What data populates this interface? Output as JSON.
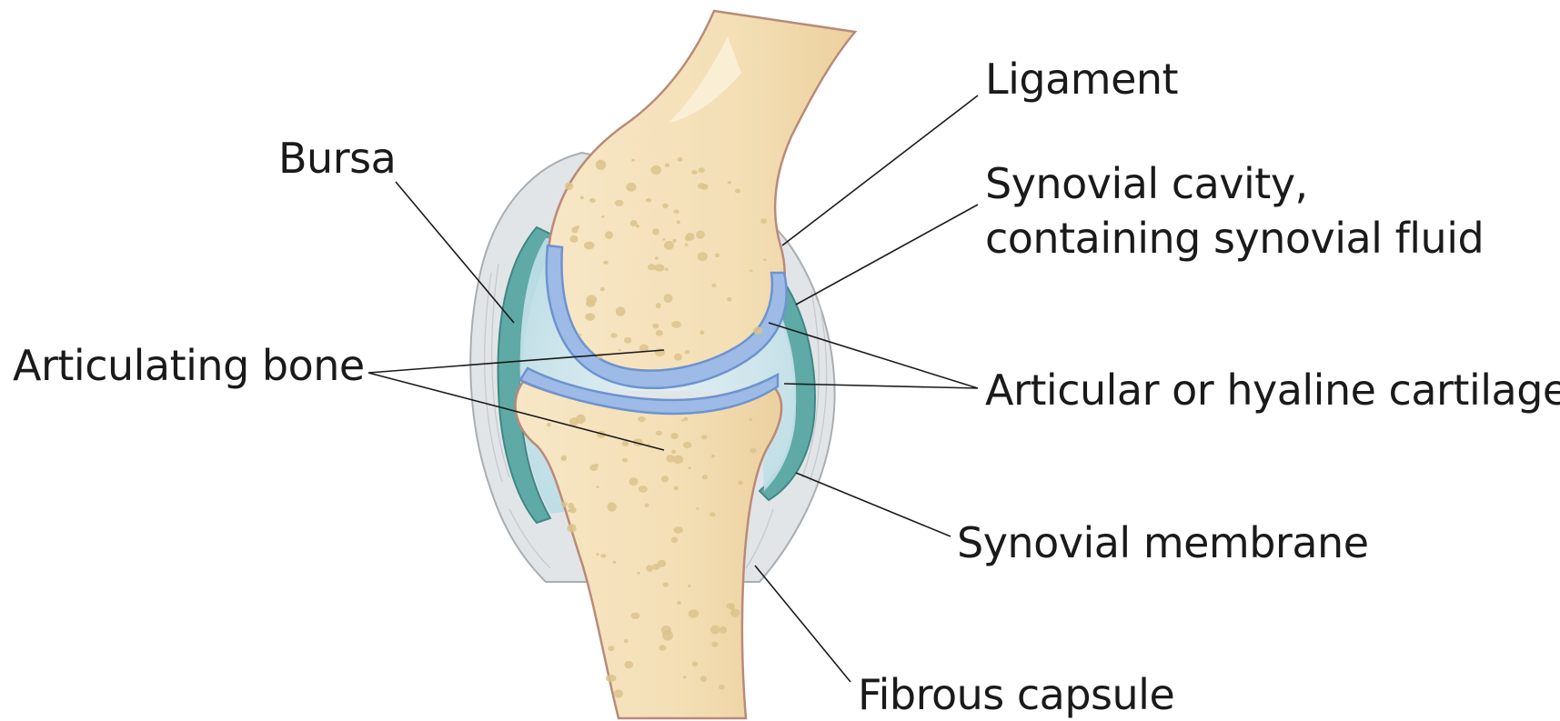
{
  "labels": {
    "ligament": "Ligament",
    "bursa": "Bursa",
    "synovial_cavity_line1": "Synovial cavity,",
    "synovial_cavity_line2": "containing synovial fluid",
    "articulating_bone": "Articulating bone",
    "articular_cartilage": "Articular or hyaline cartilage",
    "synovial_membrane": "Synovial membrane",
    "fibrous_capsule": "Fibrous capsule"
  },
  "colors": {
    "bone": "#f5e3bd",
    "bone_shadow": "#e9cf9a",
    "bone_outline": "#b98a78",
    "bone_pore": "#dcc38c",
    "cartilage": "#9fbde6",
    "cartilage_dark": "#6f97d3",
    "synovial_fluid": "#cfe6ee",
    "synovial_membrane": "#5aa7a4",
    "capsule": "#e3e6e8",
    "capsule_line": "#b0b5b8",
    "label_text": "#1a1a1a"
  }
}
